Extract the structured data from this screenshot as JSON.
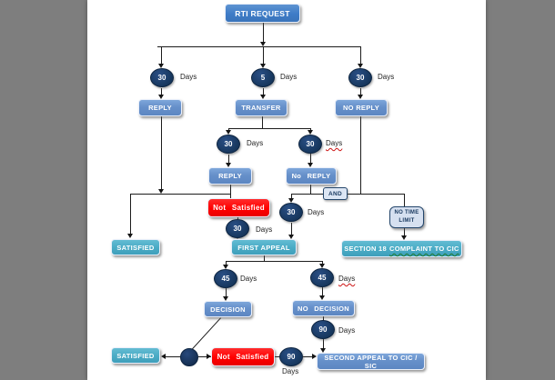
{
  "colors": {
    "canvas_gray": "#7e7e7e",
    "page_white": "#ffffff",
    "node_blue": "#6690ca",
    "root_blue": "#3e7cc7",
    "node_teal": "#4bacc6",
    "node_red": "#ff0000",
    "circle_navy": "#16365c",
    "connector_black": "#1c1c1c"
  },
  "nodes": {
    "rti_request": {
      "label": "RTI REQUEST"
    },
    "reply_1": {
      "label": "REPLY"
    },
    "transfer": {
      "label": "TRANSFER"
    },
    "no_reply_1": {
      "label": "NO REPLY"
    },
    "reply_2": {
      "label": "REPLY"
    },
    "no_reply_2": {
      "label": "No REPLY"
    },
    "and_junction": {
      "label": "AND"
    },
    "no_time_limit": {
      "label": "NO TIME LIMIT"
    },
    "not_satisfied_1": {
      "label": "Not Satisfied"
    },
    "satisfied_1": {
      "label": "SATISFIED"
    },
    "first_appeal": {
      "label": "FIRST APPEAL"
    },
    "section_18_complaint": {
      "label_part_1": "SECTION 18",
      "label_part_2": "COMPLAINT TO CIC"
    },
    "decision": {
      "label": "DECISION"
    },
    "no_decision": {
      "label": "NO DECISION"
    },
    "satisfied_2": {
      "label": "SATISFIED"
    },
    "not_satisfied_2": {
      "label": "Not Satisfied"
    },
    "second_appeal": {
      "label": "SECOND APPEAL TO CIC / SIC"
    }
  },
  "durations": {
    "reply_30": {
      "value": "30",
      "unit": "Days"
    },
    "transfer_5": {
      "value": "5",
      "unit": "Days"
    },
    "no_reply_30": {
      "value": "30",
      "unit": "Days"
    },
    "transfer_reply_30": {
      "value": "30",
      "unit": "Days"
    },
    "transfer_no_reply_30": {
      "value": "30",
      "unit": "Days"
    },
    "and_branch_30": {
      "value": "30",
      "unit": "Days"
    },
    "first_appeal_30": {
      "value": "30",
      "unit": "Days"
    },
    "decision_45": {
      "value": "45",
      "unit": "Days"
    },
    "no_decision_45": {
      "value": "45",
      "unit": "Days"
    },
    "second_appeal_90": {
      "value": "90",
      "unit": "Days"
    },
    "second_appeal_alt_90": {
      "value": "90",
      "unit": "Days"
    }
  }
}
